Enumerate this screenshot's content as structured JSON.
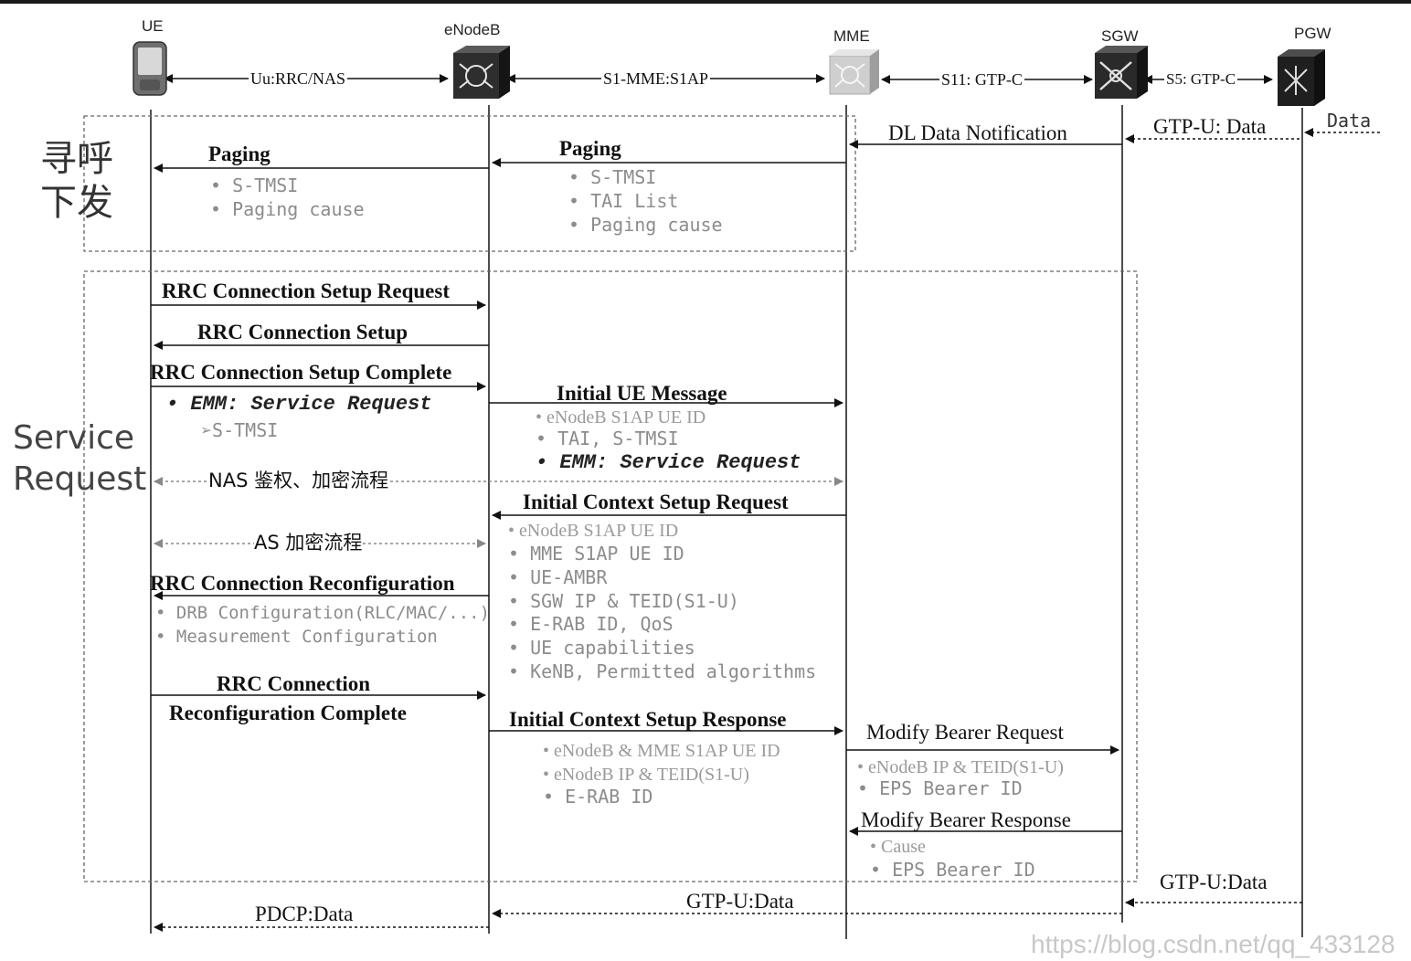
{
  "nodes": {
    "ue": "UE",
    "enodeb": "eNodeB",
    "mme": "MME",
    "sgw": "SGW",
    "pgw": "PGW"
  },
  "interfaces": {
    "uu": "Uu:RRC/NAS",
    "s1": "S1-MME:S1AP",
    "s11": "S11: GTP-C",
    "s5": "S5: GTP-C"
  },
  "side_labels": {
    "paging_line1": "寻呼",
    "paging_line2": "下发",
    "service_line1": "Service",
    "service_line2": "Request"
  },
  "messages": {
    "dl_data_notification": "DL Data Notification",
    "gtpu_data_top": "GTP-U: Data",
    "data_top": "Data",
    "paging_enb_ue": "Paging",
    "paging_mme_enb": "Paging",
    "rrc_setup_request": "RRC Connection Setup Request",
    "rrc_setup": "RRC Connection Setup",
    "rrc_setup_complete": "RRC Connection Setup Complete",
    "initial_ue_message": "Initial UE Message",
    "nas_auth": "NAS 鉴权、加密流程",
    "initial_ctx_setup_request": "Initial Context Setup Request",
    "as_security": "AS 加密流程",
    "rrc_reconfiguration": "RRC Connection Reconfiguration",
    "rrc_reconf_complete_line1": "RRC Connection",
    "rrc_reconf_complete_line2": "Reconfiguration Complete",
    "initial_ctx_setup_response": "Initial Context Setup Response",
    "modify_bearer_request": "Modify Bearer Request",
    "modify_bearer_response": "Modify Bearer Response",
    "gtpu_data_pgw_sgw": "GTP-U:Data",
    "gtpu_data_sgw_enb": "GTP-U:Data",
    "pdcp_data": "PDCP:Data"
  },
  "notes": {
    "paging_ue": [
      "• S-TMSI",
      "• Paging cause"
    ],
    "paging_enb": [
      "• S-TMSI",
      "• TAI List",
      "• Paging cause"
    ],
    "emm_service_request": "• EMM: Service Request",
    "s_tmsi_sub": "➢S-TMSI",
    "initial_ue_msg_items": [
      "• eNodeB S1AP UE ID",
      "• TAI, S-TMSI"
    ],
    "initial_ue_emm": "• EMM: Service Request",
    "ctx_setup_req_items": [
      "• eNodeB S1AP UE ID",
      "• MME S1AP UE ID",
      "• UE-AMBR",
      "• SGW IP & TEID(S1-U)",
      "• E-RAB ID, QoS",
      "• UE capabilities",
      "• KeNB, Permitted algorithms"
    ],
    "rrc_reconf_items": [
      "• DRB Configuration(RLC/MAC/...)",
      "• Measurement Configuration"
    ],
    "ctx_setup_resp_items": [
      "• eNodeB & MME S1AP UE ID",
      "• eNodeB IP & TEID(S1-U)",
      "• E-RAB ID"
    ],
    "modify_req_items": [
      "• eNodeB IP & TEID(S1-U)",
      "• EPS Bearer ID"
    ],
    "modify_resp_items": [
      "• Cause",
      "• EPS Bearer ID"
    ]
  },
  "watermark": "https://blog.csdn.net/qq_433128",
  "colors": {
    "line": "#222222",
    "note_gray": "#8c8c8c",
    "box_dash": "#555555",
    "node_dark": "#2e2e2e",
    "mme_light": "#c9c9c9"
  }
}
